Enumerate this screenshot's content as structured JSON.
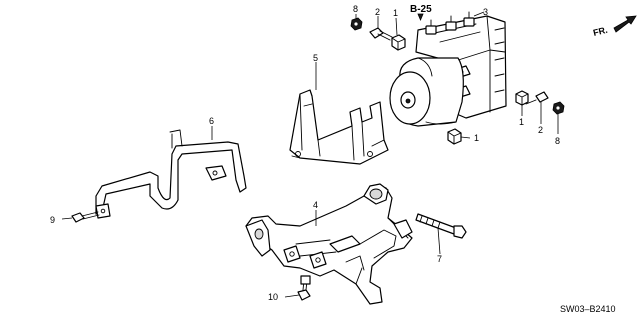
{
  "reference_code": "B-25",
  "front_indicator": "FR.",
  "catalog_code": "SW03–B2410",
  "callouts": {
    "c1a": "1",
    "c1b": "1",
    "c1c": "1",
    "c2a": "2",
    "c2b": "2",
    "c3": "3",
    "c4": "4",
    "c5": "5",
    "c6": "6",
    "c7": "7",
    "c8a": "8",
    "c8b": "8",
    "c9": "9",
    "c10": "10"
  }
}
